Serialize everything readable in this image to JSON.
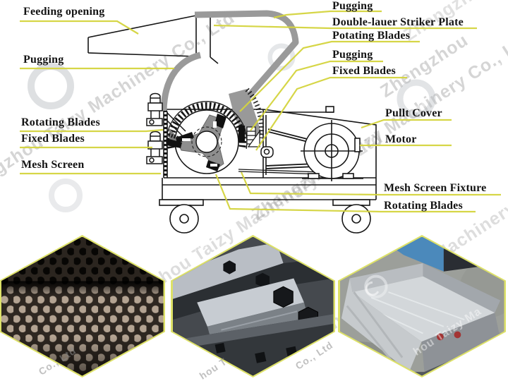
{
  "watermark": {
    "text": "Zhengzhou Taizy Machinery Co., Ltd",
    "fragments": {
      "co": "Co., Ltd",
      "zheng": "Zhengzhou",
      "taizy": "hou Taizy Ma",
      "hout": "hou T"
    }
  },
  "diagram": {
    "labels": {
      "feeding_opening": "Feeding opening",
      "pugging_left": "Pugging",
      "rotating_blades_left": "Rotating Blades",
      "fixed_blades_left": "Fixed Blades",
      "mesh_screen": "Mesh Screen",
      "pugging_top_right": "Pugging",
      "double_lauer_striker_plate": "Double-lauer Striker Plate",
      "potating_blades": "Potating Blades",
      "pugging_right_2": "Pugging",
      "fixed_blades_right": "Fixed Blades",
      "pullt_cover": "Pullt Cover",
      "motor": "Motor",
      "mesh_screen_fixture": "Mesh Screen Fixture",
      "rotating_blades_bottom": "Rotating Blades"
    }
  },
  "photos": [
    {
      "name": "mesh-screen-photo",
      "subject": "perforated mesh screen"
    },
    {
      "name": "blades-photo",
      "subject": "crusher blades close-up"
    },
    {
      "name": "feeding-tray-photo",
      "subject": "metal feeding hopper tray"
    }
  ],
  "colors": {
    "leader_yellow": "#d4d43e",
    "hex_border": "#dde168",
    "gray_band": "#9a9a9a",
    "machine_blue": "#4b89bb",
    "red_dot": "#a33434"
  }
}
